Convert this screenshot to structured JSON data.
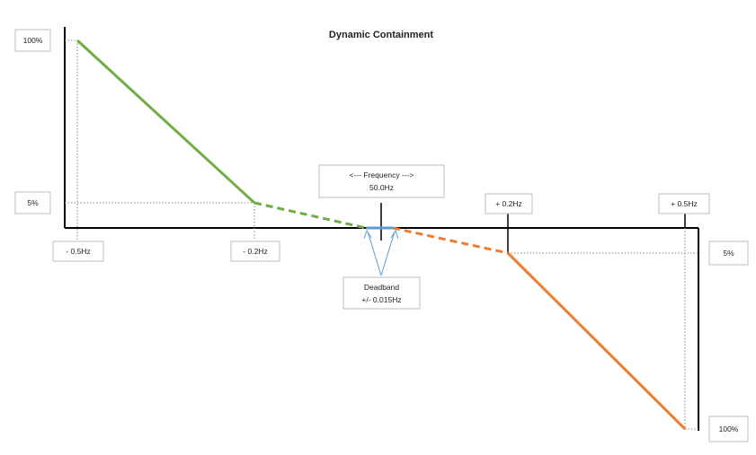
{
  "title": "Dynamic Containment",
  "frequency_label": {
    "line1": "<---  Frequency  --->",
    "line2": "50.0Hz"
  },
  "deadband_label": {
    "line1": "Deadband",
    "line2": "+/- 0.015Hz"
  },
  "x_ticks": {
    "neg_05": "- 0.5Hz",
    "neg_02": "- 0.2Hz",
    "pos_02": "+ 0.2Hz",
    "pos_05": "+ 0.5Hz"
  },
  "y_labels": {
    "left_100": "100%",
    "left_5": "5%",
    "right_5": "5%",
    "right_100": "100%"
  },
  "colors": {
    "low_freq": "#70ad47",
    "high_freq": "#ed7d31",
    "deadband": "#5b9bd5"
  },
  "chart_data": {
    "type": "line",
    "title": "Dynamic Containment",
    "xunit": "Hz deviation from 50.0Hz",
    "yunit": "% response",
    "series": [
      {
        "segment": "low-frequency-solid",
        "color": "#70ad47",
        "style": "solid",
        "points": [
          [
            -0.5,
            100
          ],
          [
            -0.2,
            5
          ]
        ]
      },
      {
        "segment": "low-frequency-dashed",
        "color": "#70ad47",
        "style": "dashed",
        "points": [
          [
            -0.2,
            5
          ],
          [
            -0.015,
            0
          ]
        ]
      },
      {
        "segment": "deadband",
        "color": "#5b9bd5",
        "style": "solid",
        "points": [
          [
            -0.015,
            0
          ],
          [
            0.015,
            0
          ]
        ]
      },
      {
        "segment": "high-frequency-dashed",
        "color": "#ed7d31",
        "style": "dashed",
        "points": [
          [
            0.015,
            0
          ],
          [
            0.2,
            -5
          ]
        ]
      },
      {
        "segment": "high-frequency-solid",
        "color": "#ed7d31",
        "style": "solid",
        "points": [
          [
            0.2,
            -5
          ],
          [
            0.5,
            -100
          ]
        ]
      }
    ]
  }
}
